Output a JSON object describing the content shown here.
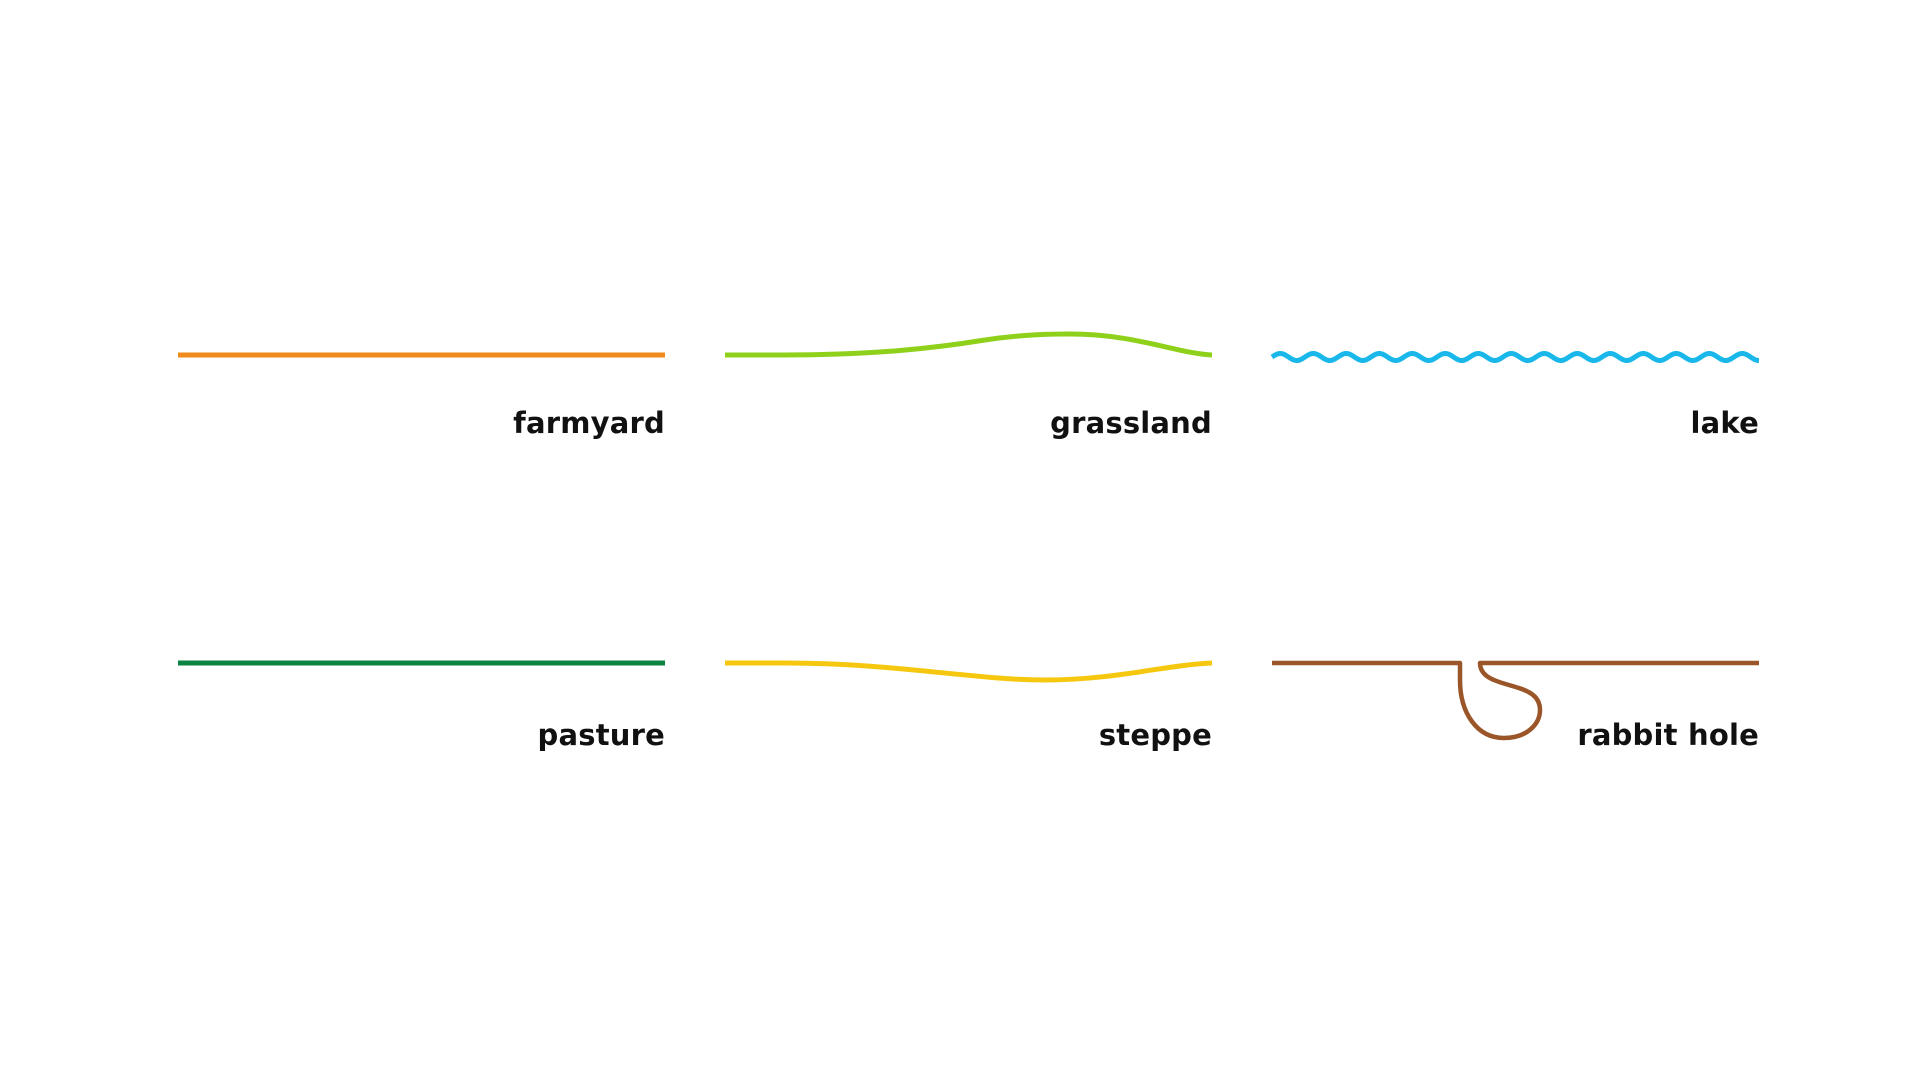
{
  "lines": [
    {
      "id": "farmyard",
      "label": "farmyard",
      "color": "#f08a1c",
      "style": "straight"
    },
    {
      "id": "grassland",
      "label": "grassland",
      "color": "#8fd11a",
      "style": "hill"
    },
    {
      "id": "lake",
      "label": "lake",
      "color": "#1ab8ea",
      "style": "wave"
    },
    {
      "id": "pasture",
      "label": "pasture",
      "color": "#0a8343",
      "style": "straight"
    },
    {
      "id": "steppe",
      "label": "steppe",
      "color": "#f5c80f",
      "style": "dip"
    },
    {
      "id": "rabbit-hole",
      "label": "rabbit hole",
      "color": "#9a5528",
      "style": "hole"
    }
  ]
}
